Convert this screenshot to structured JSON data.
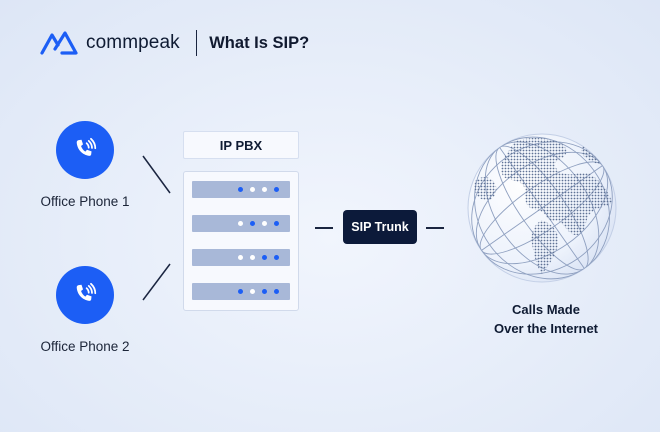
{
  "header": {
    "brand": "commpeak",
    "title": "What Is SIP?"
  },
  "diagram": {
    "phones": [
      {
        "label": "Office Phone 1",
        "icon": "phone-ringing-icon"
      },
      {
        "label": "Office Phone 2",
        "icon": "phone-ringing-icon"
      }
    ],
    "pbx": {
      "label": "IP PBX"
    },
    "trunk": {
      "label": "SIP Trunk"
    },
    "internet": {
      "line1": "Calls Made",
      "line2": "Over the Internet",
      "icon": "globe-icon"
    }
  },
  "colors": {
    "accent": "#1c5ef5",
    "dark_navy": "#0c1a3a",
    "server_slot": "#a8b8d8",
    "background": "#e6edf9"
  }
}
